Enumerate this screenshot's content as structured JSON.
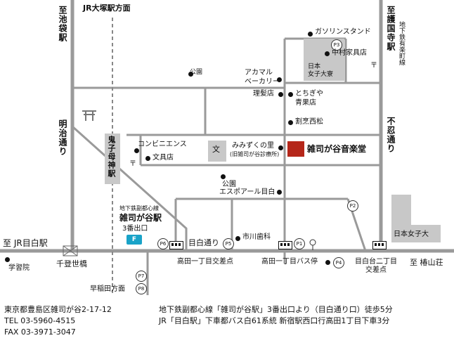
{
  "directions": {
    "north_left": "至池袋駅",
    "north_center": "JR大塚駅方面",
    "north_right": "至護国寺駅",
    "subway_right": "地下鉄有楽町線",
    "west": "至 JR目白駅",
    "east": "至 椿山荘",
    "south": "早稲田方面"
  },
  "roads": {
    "meiji": "明治通り",
    "shinobazu": "不忍通り",
    "mejiro": "目白通り"
  },
  "landmarks": {
    "gas_station": "ガソリンスタンド",
    "furniture": "中村家具店",
    "japan_womens_dorm": "日本\n女子大寮",
    "park1": "公園",
    "acamaru": "アカマル\nベーカリー",
    "barber": "理髪店",
    "tochigiya": "とちぎや\n青果店",
    "kappo": "割烹西松",
    "kishimojin_station": "鬼子母神駅",
    "convenience": "コンビニエンス",
    "stationery": "文具店",
    "school_symbol": "文",
    "mimizuku": "みみずくの里",
    "mimizuku_sub": "(旧雑司が谷診療所)",
    "venue": "雑司が谷音楽堂",
    "park2": "公園",
    "espoir": "エスポアール目白",
    "japan_womens_univ": "日本女子大",
    "subway_line": "地下鉄副都心線",
    "zoshigaya_station": "雑司が谷駅",
    "exit3": "3番出口",
    "ichikawa": "市川歯科",
    "gakushuin": "学習院",
    "chitose_bridge": "千登世橋",
    "takada_intersection": "高田一丁目交差点",
    "takada_bus": "高田一丁目バス停",
    "mejiro2_intersection": "目白台二丁目\n交差点",
    "subway_mark": "F"
  },
  "markers": {
    "P1": "P1",
    "P2": "P2",
    "P3": "P3",
    "P4": "P4",
    "P5": "P5",
    "P6": "P6",
    "P7": "P7",
    "P8": "P8"
  },
  "footer": {
    "address": "東京都豊島区雑司が谷2-17-12",
    "tel": "TEL 03-5960-4515",
    "fax": "FAX 03-3971-3047",
    "access1": "地下鉄副都心線「雑司が谷駅」3番出口より（目白通り口）徒歩5分",
    "access2": "JR「目白駅」下車都バス白61系統 新宿駅西口行高田1丁目下車3分"
  },
  "colors": {
    "road": "#9a9a9a",
    "venue": "#b5271a",
    "building": "#c8c8c8",
    "subway": "#19a3c8"
  }
}
